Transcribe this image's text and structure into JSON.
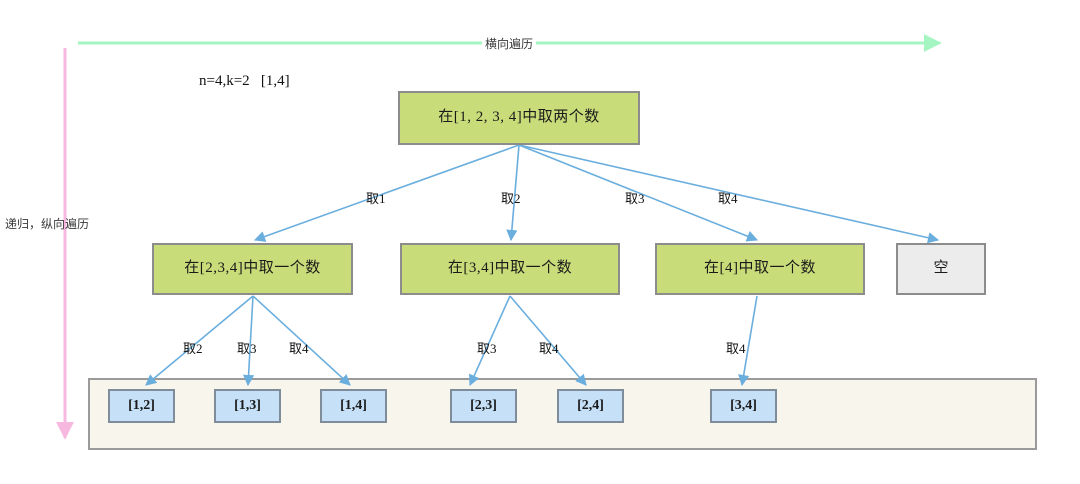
{
  "diagram": {
    "title_annotation": "n=4,k=2   [1,4]",
    "axes": {
      "horizontal_label": "横向遍历",
      "horizontal_color": "#a5f5c3",
      "vertical_label": "递归，纵向遍历",
      "vertical_color": "#f7b8e0"
    },
    "colors": {
      "node_green_fill": "#c8dd7a",
      "node_green_border": "#8c8c8c",
      "node_gray_fill": "#ececec",
      "node_blue_fill": "#c5e0f7",
      "node_blue_border": "#7f8c99",
      "edge_arrow": "#6aaede",
      "container_fill": "#f8f5ed",
      "container_border": "#9a9a9a"
    },
    "root": {
      "label": "在[1, 2, 3, 4]中取两个数"
    },
    "level1": [
      {
        "label": "在[2,3,4]中取一个数",
        "edge_label": "取1"
      },
      {
        "label": "在[3,4]中取一个数",
        "edge_label": "取2"
      },
      {
        "label": "在[4]中取一个数",
        "edge_label": "取3"
      },
      {
        "label": "空",
        "edge_label": "取4"
      }
    ],
    "level2_edge_labels": [
      "取2",
      "取3",
      "取4",
      "取3",
      "取4",
      "取4"
    ],
    "leaves": [
      {
        "label": "[1,2]"
      },
      {
        "label": "[1,3]"
      },
      {
        "label": "[1,4]"
      },
      {
        "label": "[2,3]"
      },
      {
        "label": "[2,4]"
      },
      {
        "label": "[3,4]"
      }
    ]
  }
}
